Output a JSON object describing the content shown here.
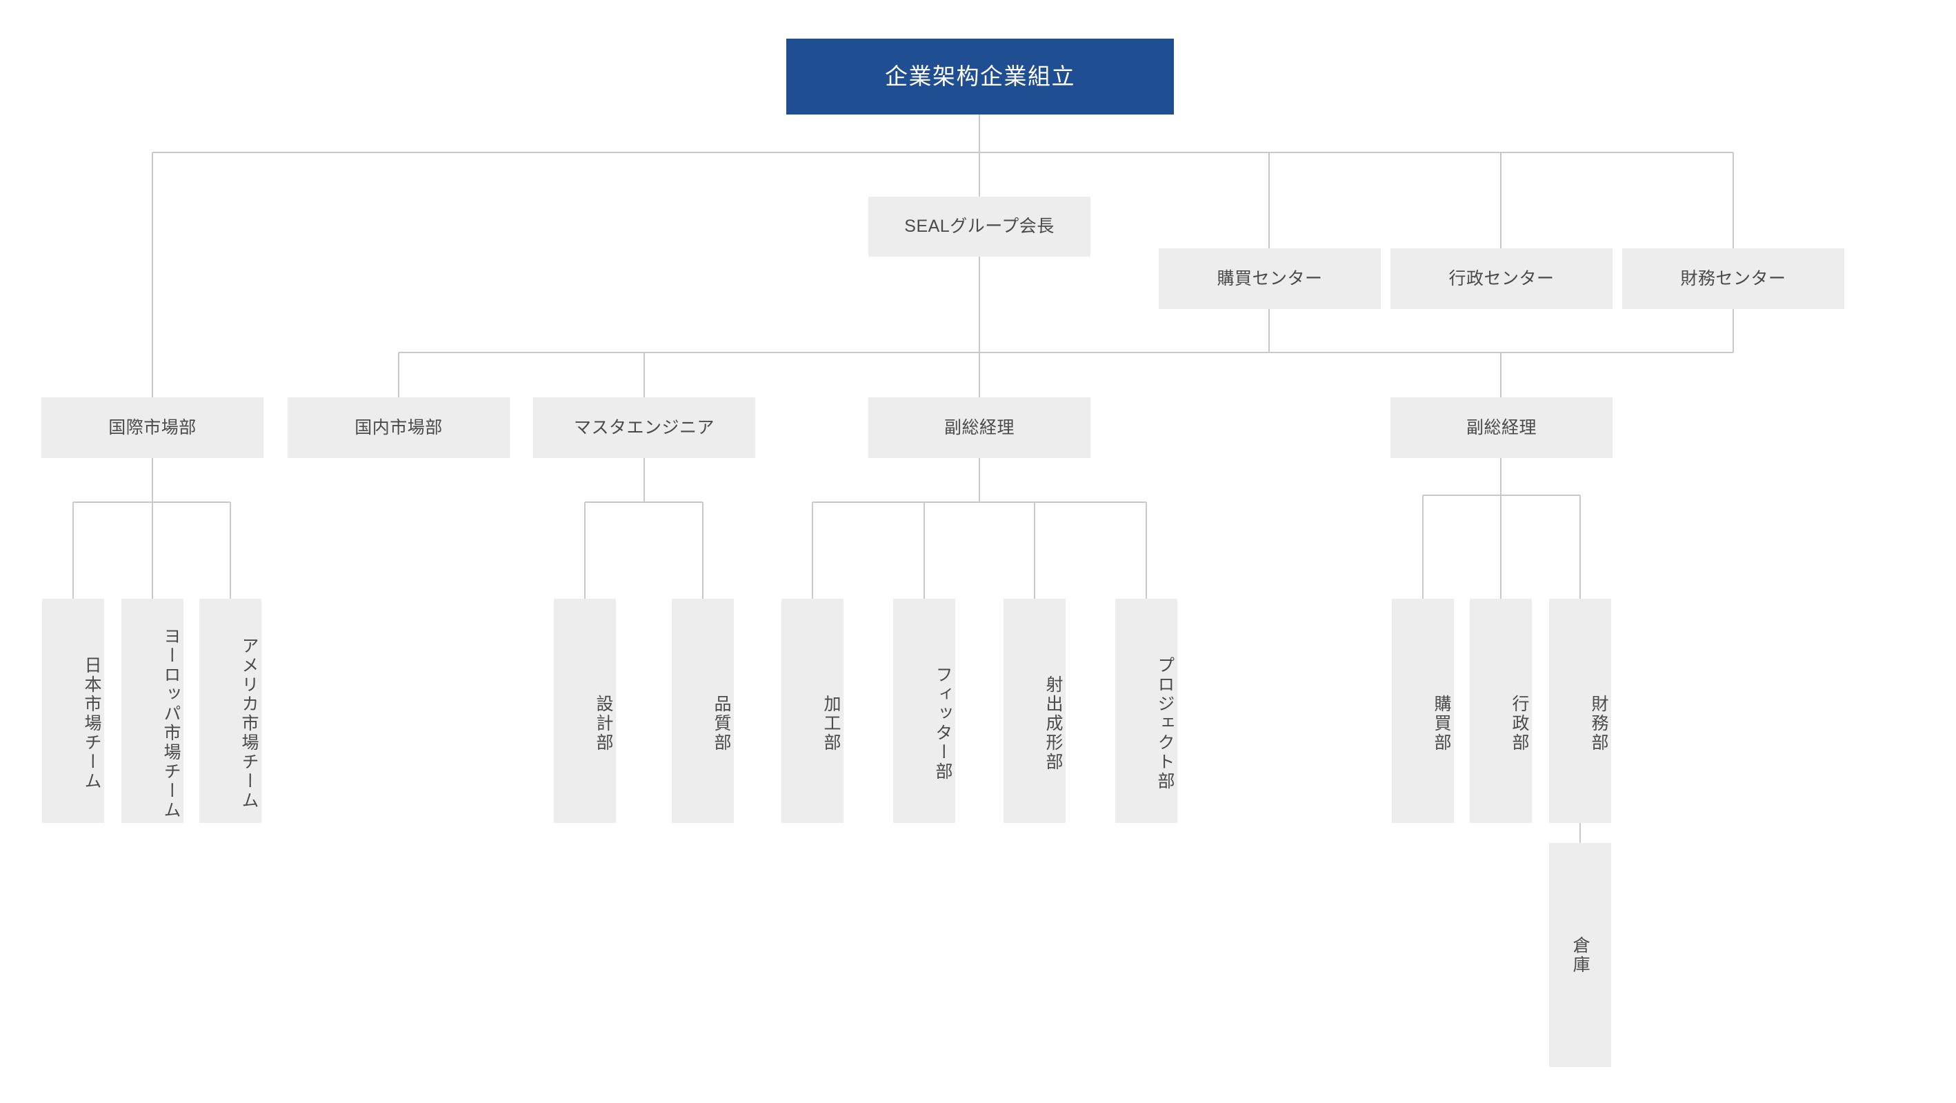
{
  "chart": {
    "type": "org-chart",
    "title": "企業架构企業組立",
    "colors": {
      "root_fill": "#1f4e93",
      "root_text": "#ffffff",
      "node_fill": "#ededed",
      "node_text": "#4a4a4a",
      "connector": "#c9c9c9",
      "background": "#ffffff"
    }
  },
  "nodes": {
    "root": {
      "label": "企業架构企業組立"
    },
    "chairman": {
      "label": "SEALグループ会長"
    },
    "centers": [
      {
        "label": "購買センター"
      },
      {
        "label": "行政センター"
      },
      {
        "label": "財務センター"
      }
    ],
    "divisions": [
      {
        "label": "国際市場部"
      },
      {
        "label": "国内市場部"
      },
      {
        "label": "マスタエンジニア"
      },
      {
        "label": "副総経理"
      },
      {
        "label": "副総経理"
      }
    ],
    "market_teams": [
      {
        "label": "日本市場チーム"
      },
      {
        "label": "ヨーロッパ市場チーム"
      },
      {
        "label": "アメリカ市場チーム"
      }
    ],
    "engineering_teams": [
      {
        "label": "設計部"
      },
      {
        "label": "品質部"
      }
    ],
    "production_teams": [
      {
        "label": "加工部"
      },
      {
        "label": "フィッター部"
      },
      {
        "label": "射出成形部"
      },
      {
        "label": "プロジェクト部"
      }
    ],
    "admin_teams": [
      {
        "label": "購買部"
      },
      {
        "label": "行政部"
      },
      {
        "label": "財務部"
      }
    ],
    "warehouse": {
      "label": "倉庫"
    }
  },
  "hierarchy": {
    "root_children": [
      "SEALグループ会長",
      "国際市場部",
      "購買センター",
      "行政センター",
      "財務センター"
    ],
    "chairman_children": [
      "国内市場部",
      "マスタエンジニア",
      "副総経理"
    ],
    "centers_children": [
      "副総経理"
    ],
    "国際市場部": [
      "日本市場チーム",
      "ヨーロッパ市場チーム",
      "アメリカ市場チーム"
    ],
    "マスタエンジニア": [
      "設計部",
      "品質部"
    ],
    "副総経理_production": [
      "加工部",
      "フィッター部",
      "射出成形部",
      "プロジェクト部"
    ],
    "副総経理_admin": [
      "購買部",
      "行政部",
      "財務部"
    ],
    "財務部": [
      "倉庫"
    ]
  }
}
